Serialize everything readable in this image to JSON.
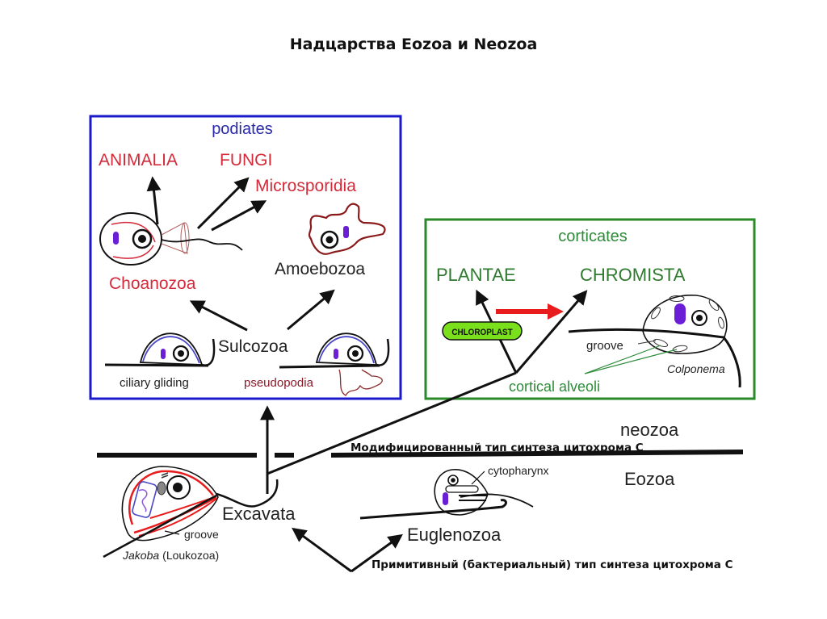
{
  "title": "Надцарства Eozoa и Neozoa",
  "colors": {
    "podiates_box": "#1a1acc",
    "corticates_box": "#2a8a2a",
    "kingdom_red": "#d42a3a",
    "corticates_green": "#2e8b3a",
    "chloroplast_fill": "#7be01c",
    "transfer_arrow": "#e81c1c",
    "nucleolus_purple": "#6a1fd6",
    "pellicle_blue": "#4a46c8",
    "line": "#111111"
  },
  "podiates": {
    "group_label": "podiates",
    "kingdoms": {
      "animalia": "ANIMALIA",
      "fungi": "FUNGI",
      "microsporidia": "Microsporidia"
    },
    "choanozoa": "Choanozoa",
    "amoebozoa": "Amoebozoa",
    "sulcozoa": "Sulcozoa",
    "ciliary_gliding": "ciliary gliding",
    "pseudopodia": "pseudopodia"
  },
  "corticates": {
    "group_label": "corticates",
    "plantae": "PLANTAE",
    "chromista": "CHROMISTA",
    "chloroplast": "CHLOROPLAST",
    "groove": "groove",
    "colponema": "Colponema",
    "cortical_alveoli": "cortical alveoli"
  },
  "boundary": {
    "neozoa": "neozoa",
    "eozoa": "Eozoa",
    "modified_note": "Модифицированный тип синтеза цитохрома С"
  },
  "eozoa": {
    "excavata": "Excavata",
    "jakoba_groove": "groove",
    "jakoba_name": "Jakoba",
    "jakoba_group": "(Loukozoa)",
    "cytopharynx": "cytopharynx",
    "euglenozoa": "Euglenozoa",
    "primitive_note": "Примитивный (бактериальный) тип синтеза цитохрома С"
  }
}
